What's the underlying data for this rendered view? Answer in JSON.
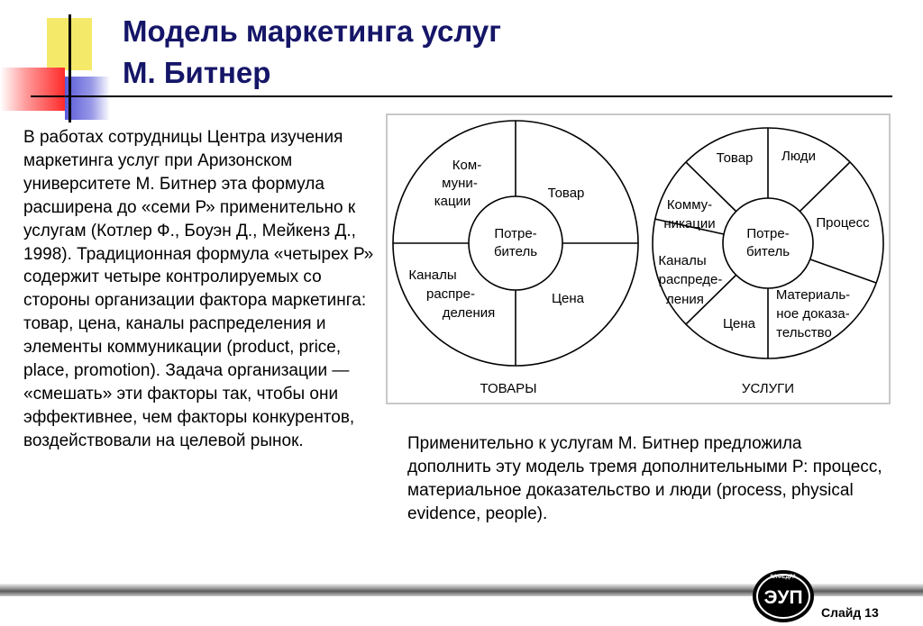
{
  "title_line1": "Модель маркетинга услуг",
  "title_line2": "М. Битнер",
  "left_paragraph": "В работах сотрудницы Центра изучения маркетинга услуг при Аризонском университете М. Битнер эта формула расширена до «семи Р» применительно к услугам (Котлер Ф., Боуэн Д., Мейкенз Д., 1998). Традиционная формула «четырех Р» содержит четыре контролируемых со стороны организации фактора маркетинга: товар, цена, каналы распределения и элементы коммуникации (product, price, place, promotion). Задача организации — «смешать» эти факторы так, чтобы они эффективнее, чем факторы конкурентов, воздействовали на целевой рынок.",
  "right_paragraph": "Применительно к услугам М. Битнер предложила дополнить эту модель тремя дополнительными Р: процесс, материальное доказательство и люди (process, physical evidence, people).",
  "diagram": {
    "goods": {
      "caption": "ТОВАРЫ",
      "center": [
        "Потре-",
        "битель"
      ],
      "communications": [
        "Ком-",
        "муни-",
        "кации"
      ],
      "product": "Товар",
      "channels": [
        "Каналы",
        "распре-",
        "деления"
      ],
      "price": "Цена"
    },
    "services": {
      "caption": "УСЛУГИ",
      "center": [
        "Потре-",
        "битель"
      ],
      "product": "Товар",
      "people": "Люди",
      "communications": [
        "Комму-",
        "никации"
      ],
      "process": "Процесс",
      "channels": [
        "Каналы",
        "распреде-",
        "ления"
      ],
      "price": "Цена",
      "evidence": [
        "Материаль-",
        "ное доказа-",
        "тельство"
      ]
    }
  },
  "logo": {
    "main": "ЭУП",
    "top": "КАФЕДРА"
  },
  "slide_number": "Слайд 13"
}
